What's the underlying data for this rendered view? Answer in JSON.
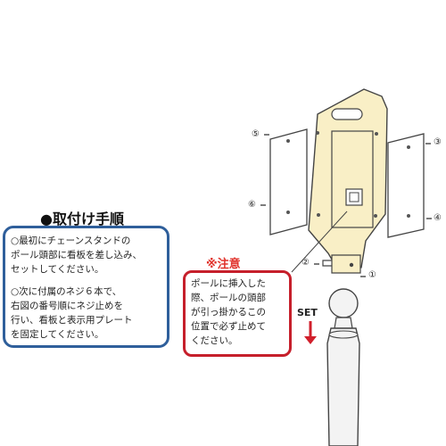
{
  "instructions": {
    "title": "●取付け手順",
    "steps": [
      {
        "lines": [
          "○最初にチェーンスタンドの",
          "ポール頭部に看板を差し込み、",
          "セットしてください。"
        ]
      },
      {
        "lines": [
          "○次に付属のネジ６本で、",
          "右図の番号順にネジ止めを",
          "行い、看板と表示用プレート",
          "を固定してください。"
        ]
      }
    ]
  },
  "caution": {
    "title": "※注意",
    "lines": [
      "ポールに挿入した",
      "際、ポールの頭部",
      "が引っ掛かるこの",
      "位置で必ず止めて",
      "ください。"
    ]
  },
  "diagram": {
    "set_label": "SET",
    "screw_numbers": {
      "n1": "①",
      "n2": "②",
      "n3": "③",
      "n4": "④",
      "n5": "⑤",
      "n6": "⑥"
    }
  },
  "colors": {
    "instructions_border": "#2f5f9b",
    "caution_border": "#c61f2b",
    "caution_title": "#e0312a",
    "signboard_fill": "#f9efc6",
    "pole_fill": "#f3f3f3"
  }
}
